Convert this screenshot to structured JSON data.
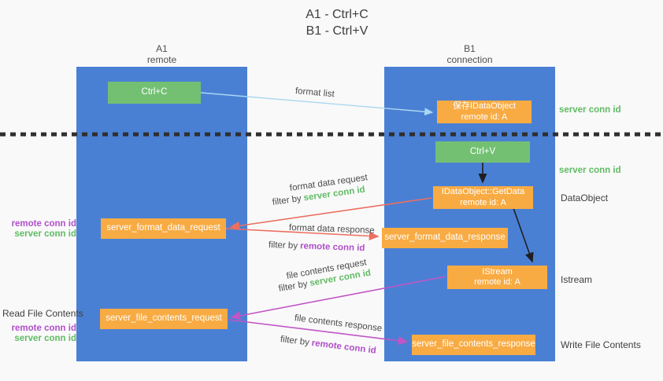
{
  "title": {
    "line1": "A1 - Ctrl+C",
    "line2": "B1 - Ctrl+V"
  },
  "lanes": {
    "a1": {
      "name": "A1",
      "subtitle": "remote"
    },
    "b1": {
      "name": "B1",
      "subtitle": "connection"
    }
  },
  "nodes": {
    "ctrl_c": {
      "label": "Ctrl+C"
    },
    "ctrl_v": {
      "label": "Ctrl+V"
    },
    "save_idataobject": {
      "line1": "保存IDataObject",
      "line2": "remote id: A"
    },
    "getdata": {
      "line1": "IDataObject::GetData",
      "line2": "remote id: A"
    },
    "istream": {
      "line1": "IStream",
      "line2": "remote id: A"
    },
    "server_format_data_request": {
      "label": "server_format_data_request"
    },
    "server_format_data_response": {
      "label": "server_format_data_response"
    },
    "server_file_contents_request": {
      "label": "server_file_contents_request"
    },
    "server_file_contents_response": {
      "label": "server_file_contents_response"
    }
  },
  "edge_labels": {
    "format_list": "format list",
    "format_data_request": "format data request",
    "format_data_response": "format data response",
    "file_contents_request": "file contents request",
    "file_contents_response": "file contents response",
    "filter_by": "filter by",
    "server_conn_id": "server conn id",
    "remote_conn_id": "remote conn id"
  },
  "side_labels": {
    "server_conn_id_top": "server conn id",
    "server_conn_id_mid": "server conn id",
    "dataobject": "DataObject",
    "istream": "Istream",
    "read_file_contents": "Read File Contents",
    "write_file_contents": "Write File Contents",
    "remote_conn_id": "remote conn id",
    "server_conn_id": "server conn id"
  },
  "colors": {
    "background": "#f9f9f9",
    "lane_blue": "#4a80d4",
    "box_green": "#73c073",
    "box_orange": "#f8ab43",
    "arrow_light_blue": "#aad7f2",
    "arrow_red": "#ec6f60",
    "arrow_magenta": "#c155c5",
    "arrow_black": "#1f1f1f",
    "text_green": "#61bb64",
    "text_purple": "#b04fc9",
    "text_dark": "#3e3e3e"
  }
}
